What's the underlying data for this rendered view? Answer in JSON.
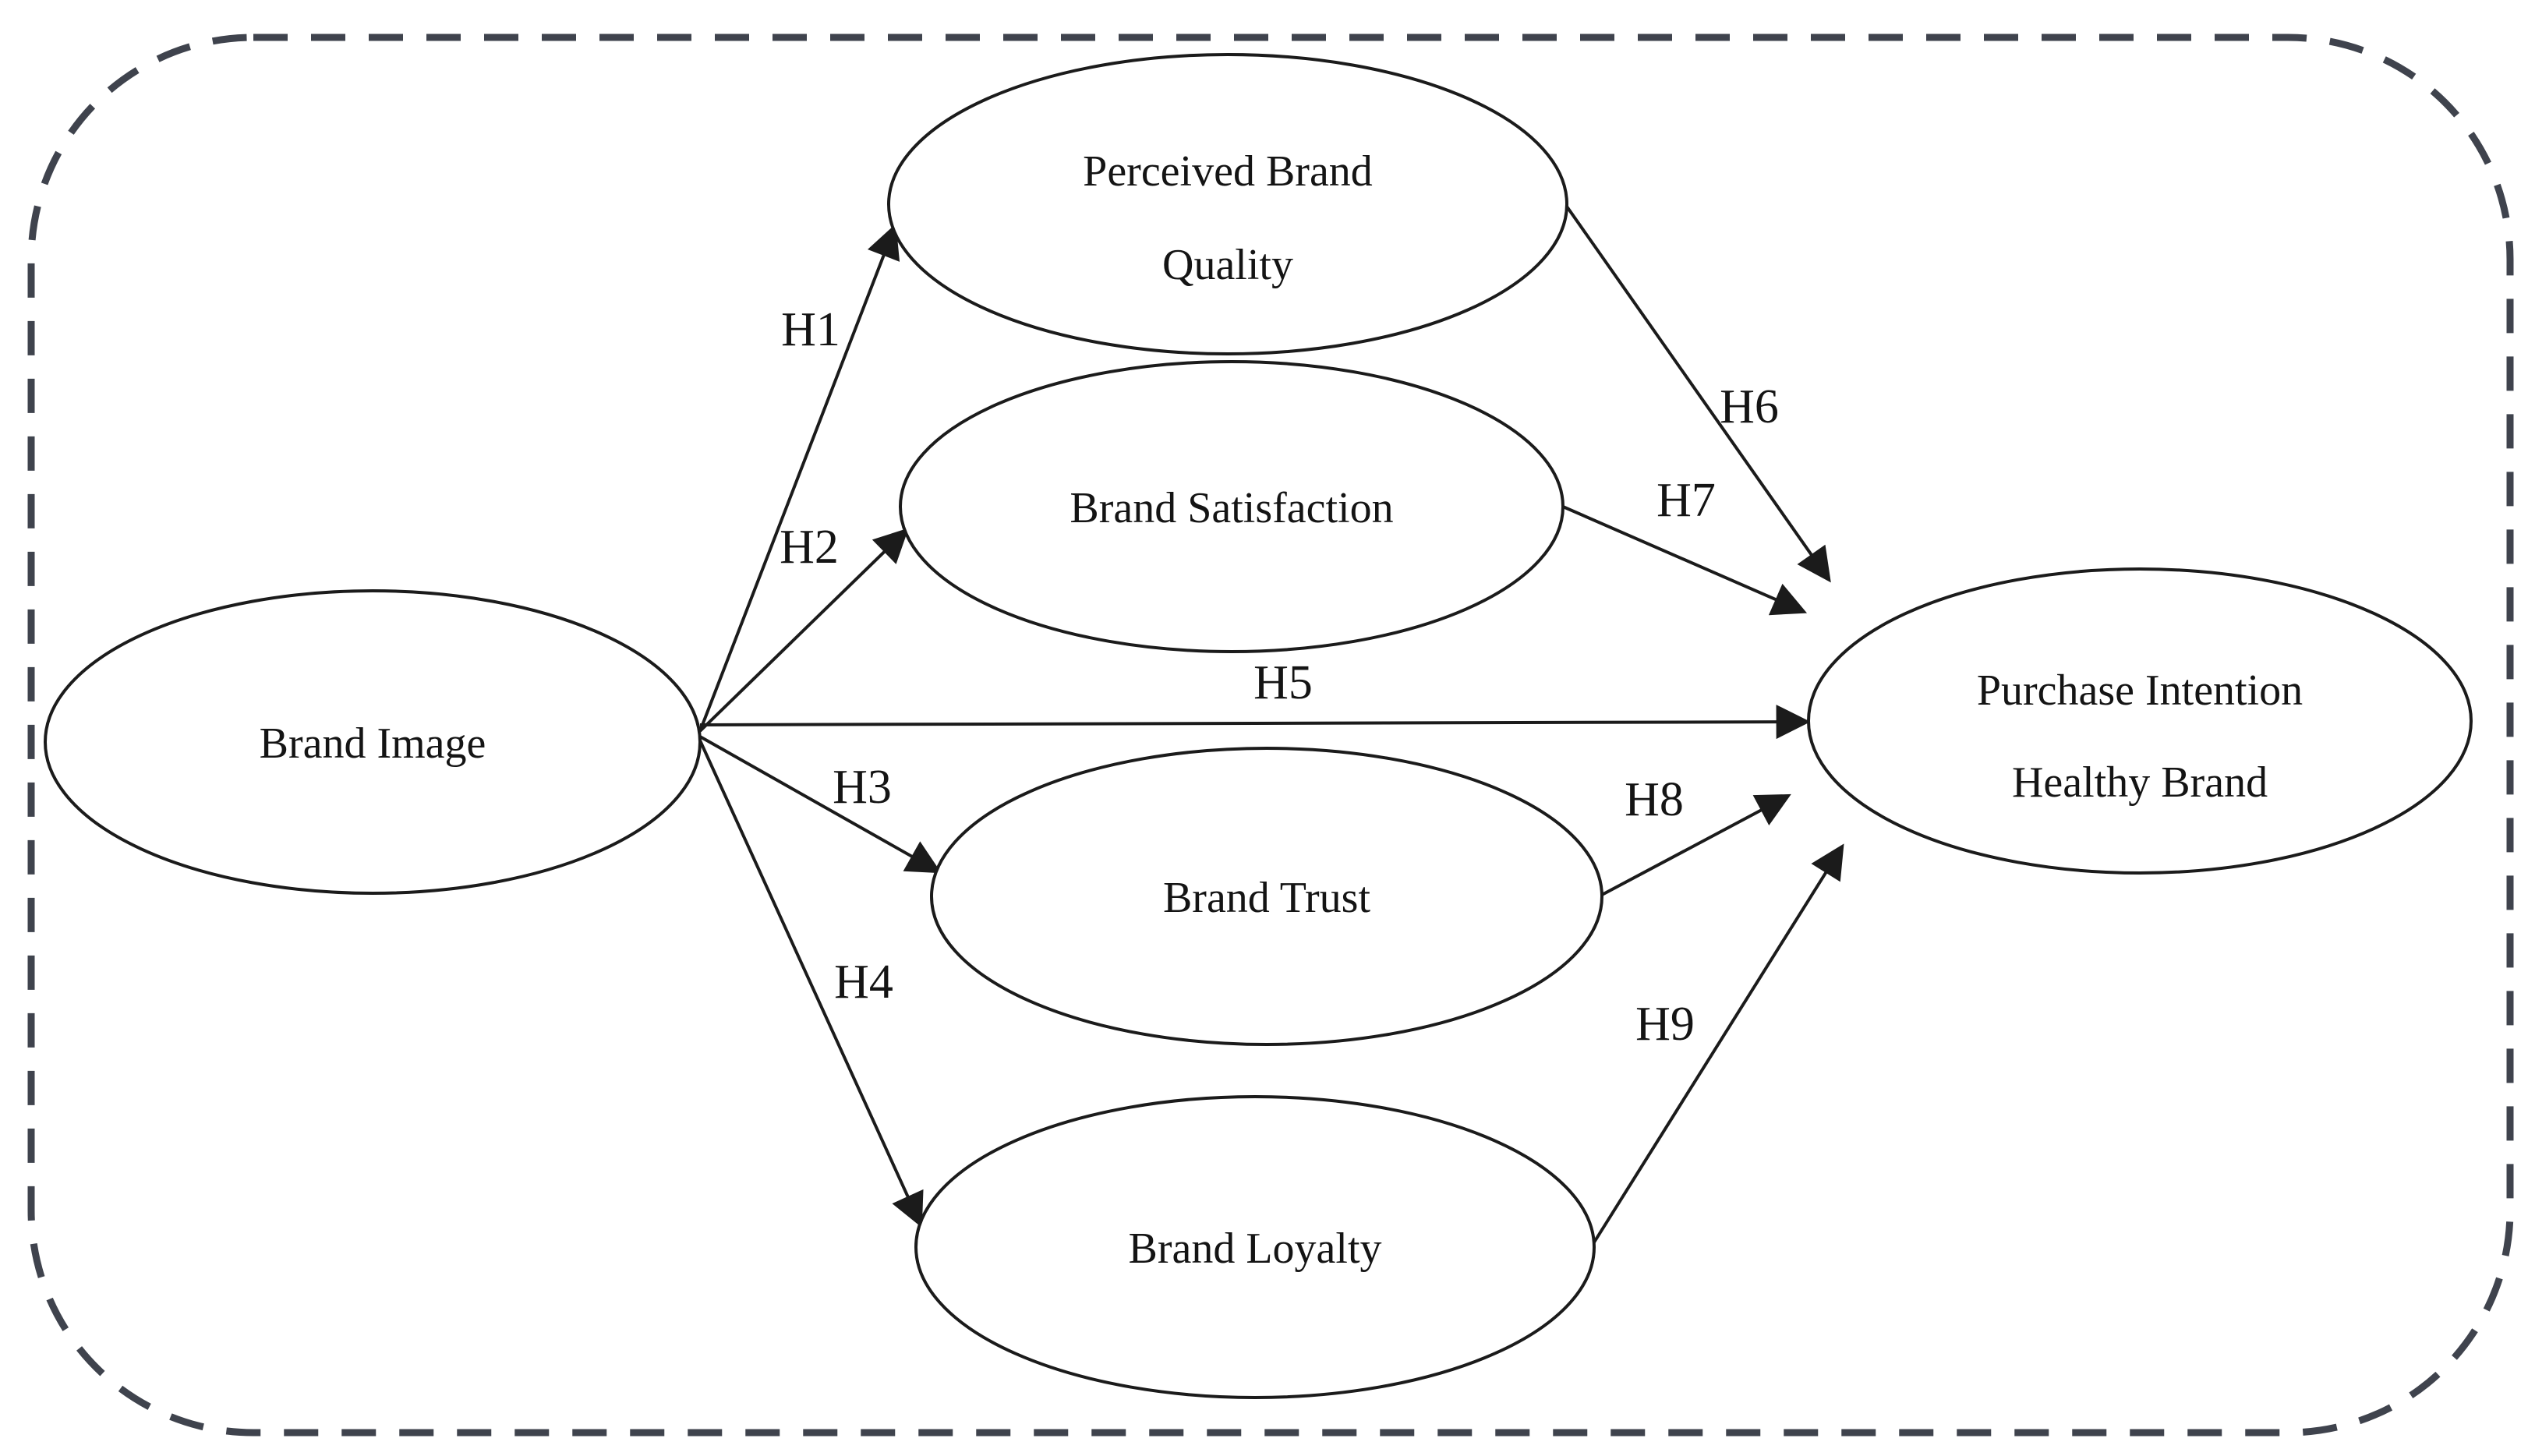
{
  "diagram": {
    "background_color": "#ffffff",
    "border": {
      "style": "dashed rounded rectangle",
      "color": "#3f434d"
    },
    "line_color": "#1b1b1b",
    "text_color": "#141414",
    "nodes": [
      {
        "id": "brand_image",
        "label": "Brand Image",
        "lines": [
          "Brand Image"
        ]
      },
      {
        "id": "perceived_brand_quality",
        "label": "Perceived Brand Quality",
        "lines": [
          "Perceived Brand",
          "Quality"
        ]
      },
      {
        "id": "brand_satisfaction",
        "label": "Brand Satisfaction",
        "lines": [
          "Brand Satisfaction"
        ]
      },
      {
        "id": "brand_trust",
        "label": "Brand Trust",
        "lines": [
          "Brand Trust"
        ]
      },
      {
        "id": "brand_loyalty",
        "label": "Brand Loyalty",
        "lines": [
          "Brand Loyalty"
        ]
      },
      {
        "id": "purchase_intention_healthy_brand",
        "label": "Purchase Intention Healthy Brand",
        "lines": [
          "Purchase Intention",
          "Healthy Brand"
        ]
      }
    ],
    "edges": [
      {
        "label": "H1",
        "from": "Brand Image",
        "to": "Perceived Brand Quality"
      },
      {
        "label": "H2",
        "from": "Brand Image",
        "to": "Brand Satisfaction"
      },
      {
        "label": "H3",
        "from": "Brand Image",
        "to": "Brand Trust"
      },
      {
        "label": "H4",
        "from": "Brand Image",
        "to": "Brand Loyalty"
      },
      {
        "label": "H5",
        "from": "Brand Image",
        "to": "Purchase Intention Healthy Brand"
      },
      {
        "label": "H6",
        "from": "Perceived Brand Quality",
        "to": "Purchase Intention Healthy Brand"
      },
      {
        "label": "H7",
        "from": "Brand Satisfaction",
        "to": "Purchase Intention Healthy Brand"
      },
      {
        "label": "H8",
        "from": "Brand Trust",
        "to": "Purchase Intention Healthy Brand"
      },
      {
        "label": "H9",
        "from": "Brand Loyalty",
        "to": "Purchase Intention Healthy Brand"
      }
    ]
  }
}
